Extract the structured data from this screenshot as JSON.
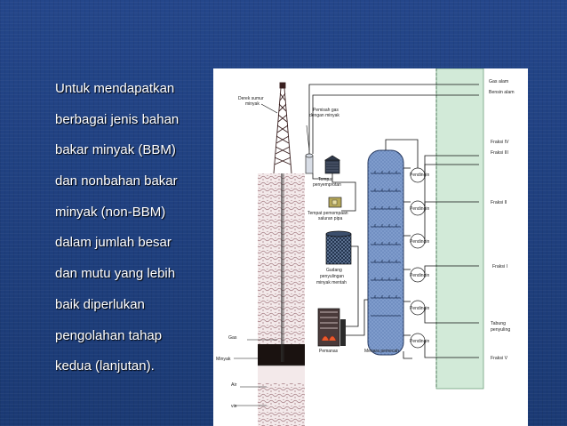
{
  "text_lines": [
    "Untuk mendapatkan",
    "berbagai jenis bahan",
    "bakar minyak (BBM)",
    "dan nonbahan bakar",
    "minyak (non-BBM)",
    "dalam jumlah besar",
    "dan mutu yang lebih",
    "baik diperlukan",
    "pengolahan tahap",
    "kedua (lanjutan)."
  ],
  "diagram": {
    "derek_1": "Derek sumur",
    "derek_2": "minyak",
    "pemisah_1": "Pemisah gas",
    "pemisah_2": "dengan minyak",
    "penyemprot_1": "Tempat",
    "penyemprot_2": "penyemprotan",
    "pemompaan_1": "Tempat pemompaan",
    "pemompaan_2": "saluran pipa",
    "gudang_1": "Gudang",
    "gudang_2": "penyulingan",
    "gudang_3": "minyak mentah",
    "pemanas": "Pemanas",
    "menara": "Menara pemecah",
    "pendingin": "Pendingin",
    "gas_alam": "Gas alam",
    "bensin_alam": "Bensin alam",
    "fraksi_4": "Fraksi IV",
    "fraksi_3": "Fraksi III",
    "fraksi_2": "Fraksi II",
    "fraksi_1": "Fraksi I",
    "tabung_1": "Tabung",
    "tabung_2": "penyuling",
    "fraksi_5": "Fraksi V",
    "gas": "Gas",
    "minyak": "Minyak",
    "air": "Air",
    "vis": "vis"
  }
}
